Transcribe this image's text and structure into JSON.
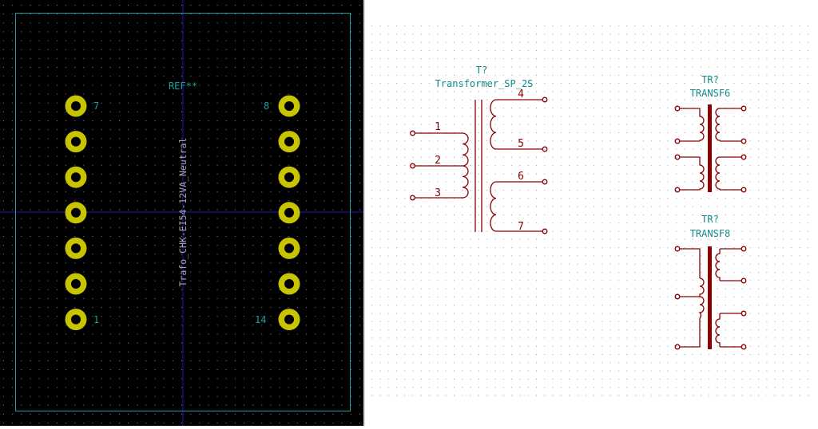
{
  "colors": {
    "pcb_background": "#000000",
    "pcb_grid": "#8a8a8a",
    "pcb_outline": "#1f9e9e",
    "pcb_axis": "#1b1bb0",
    "pad": "#c8c400",
    "pad_hole": "#000000",
    "pcb_text": "#1f9e9e",
    "pcb_value_text": "#a8a8a8",
    "sch_background": "#ffffff",
    "sch_grid": "#9a9a9a",
    "sch_wire": "#8b0000",
    "sch_text": "#108a8a",
    "sch_pin_num": "#8b0000"
  },
  "pcb_footprint": {
    "reference": "REF**",
    "value": "Trafo_CHK-EI54-12VA_Neutral",
    "pads_left": [
      "7",
      "",
      "",
      "",
      "",
      "",
      "1"
    ],
    "pads_right": [
      "8",
      "",
      "",
      "",
      "",
      "",
      "14"
    ],
    "pad_labels": {
      "top_left": "7",
      "top_right": "8",
      "bottom_left": "1",
      "bottom_right": "14"
    }
  },
  "schematic": {
    "symbols": [
      {
        "reference": "T?",
        "value": "Transformer_SP_2S",
        "pins": [
          "1",
          "2",
          "3",
          "4",
          "5",
          "6",
          "7"
        ]
      },
      {
        "reference": "TR?",
        "value": "TRANSF6"
      },
      {
        "reference": "TR?",
        "value": "TRANSF8"
      }
    ]
  }
}
